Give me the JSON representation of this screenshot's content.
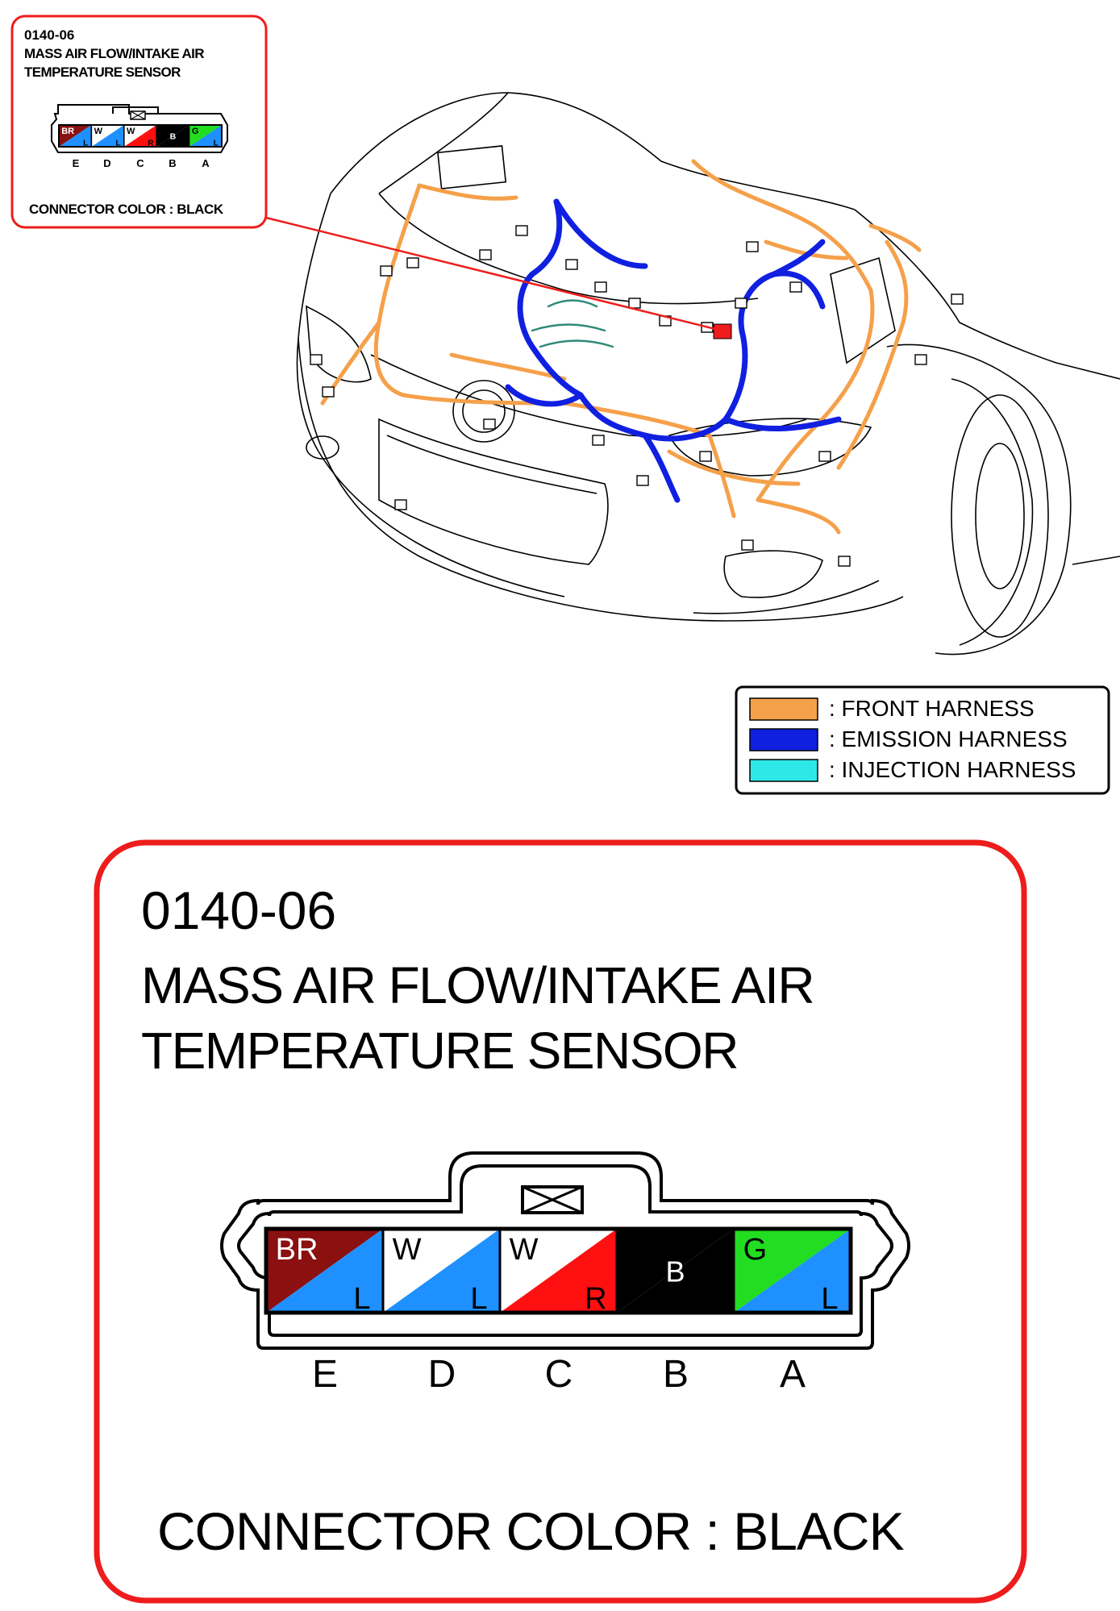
{
  "small_callout": {
    "code": "0140-06",
    "title_line1": "MASS AIR FLOW/INTAKE AIR",
    "title_line2": "TEMPERATURE SENSOR",
    "connector_color_text": "CONNECTOR COLOR : BLACK"
  },
  "large_callout": {
    "code": "0140-06",
    "title_line1": "MASS AIR FLOW/INTAKE AIR",
    "title_line2": "TEMPERATURE SENSOR",
    "connector_color_text": "CONNECTOR COLOR : BLACK"
  },
  "connector": {
    "pins": [
      {
        "letter": "E",
        "top_label": "BR",
        "bottom_label": "L",
        "top_color": "#8b1010",
        "bottom_color": "#1e90ff",
        "top_text_color": "#ffffff",
        "bottom_text_color": "#000000"
      },
      {
        "letter": "D",
        "top_label": "W",
        "bottom_label": "L",
        "top_color": "#ffffff",
        "bottom_color": "#1e90ff",
        "top_text_color": "#000000",
        "bottom_text_color": "#000000"
      },
      {
        "letter": "C",
        "top_label": "W",
        "bottom_label": "R",
        "top_color": "#ffffff",
        "bottom_color": "#ff1010",
        "top_text_color": "#000000",
        "bottom_text_color": "#000000"
      },
      {
        "letter": "B",
        "top_label": "B",
        "bottom_label": "",
        "top_color": "#000000",
        "bottom_color": "#000000",
        "top_text_color": "#ffffff",
        "bottom_text_color": "#ffffff"
      },
      {
        "letter": "A",
        "top_label": "G",
        "bottom_label": "L",
        "top_color": "#22dd22",
        "bottom_color": "#1e90ff",
        "top_text_color": "#000000",
        "bottom_text_color": "#000000"
      }
    ]
  },
  "legend": {
    "items": [
      {
        "label": ": FRONT HARNESS",
        "color": "#f5a04a"
      },
      {
        "label": ": EMISSION HARNESS",
        "color": "#1020e0"
      },
      {
        "label": ": INJECTION HARNESS",
        "color": "#2ee8e8"
      }
    ]
  },
  "colors": {
    "callout_border": "#ee1c1c",
    "front_harness": "#f5a04a",
    "emission_harness": "#1020e0",
    "injection_harness": "#2ee8e8",
    "highlight_connector": "#ee1c1c"
  }
}
